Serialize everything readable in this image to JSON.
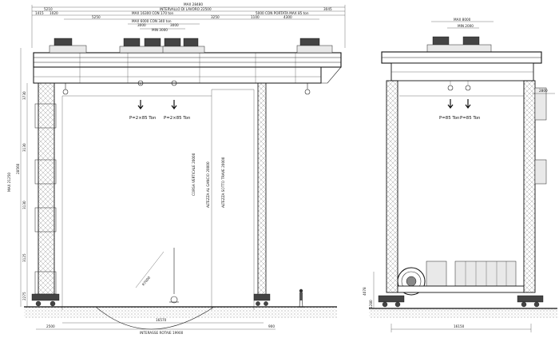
{
  "front_view": {
    "top_dims": {
      "overall": "MAX 28480",
      "interval": "INTERVALLO DI LAVORO 22500",
      "left_a": "5210",
      "left_b": "1415",
      "left_c": "1020",
      "right_a": "3045",
      "hoist_range_1": "MAX 16300 CON 170 ton",
      "hoist_range_2": "5000 CON PORTATA MAX 85 ton",
      "hoist_range_3": "MAX 6000 CON 340 ton",
      "seg_1": "5250",
      "seg_2": "3250",
      "seg_3": "1100",
      "seg_4": "4300",
      "trolley_a": "3000",
      "trolley_b": "3000",
      "trolley_min": "MIN 3000"
    },
    "left_dims": {
      "overall": "MAX 21250",
      "h_1": "3730",
      "h_2": "28560",
      "h_3": "3130",
      "h_4": "3130",
      "h_5": "3125",
      "h_6": "2275"
    },
    "loads": {
      "load_1": "P=2×85 Ton",
      "load_2": "P=2×85 Ton"
    },
    "vertical_labels": {
      "v_1": "CORSA VERTICALE 20000",
      "v_2": "ALTEZZA AL GANCIO 20000",
      "v_3": "ALTEZZA SOTTO TRAVE 20000",
      "radius": "R7000"
    },
    "bottom_dims": {
      "span": "16570",
      "left": "2500",
      "right": "900",
      "rail": "INTERASSE ROTAIE 19900"
    }
  },
  "side_view": {
    "top_dims": {
      "max": "MAX 8000",
      "min": "MIN 2000"
    },
    "loads": {
      "load_1": "P=85 Ton",
      "load_2": "P=85 Ton"
    },
    "right_dim": "2800",
    "left_dims": {
      "h_1": "4078",
      "h_2": "1280"
    },
    "bottom_dim": "16150"
  }
}
